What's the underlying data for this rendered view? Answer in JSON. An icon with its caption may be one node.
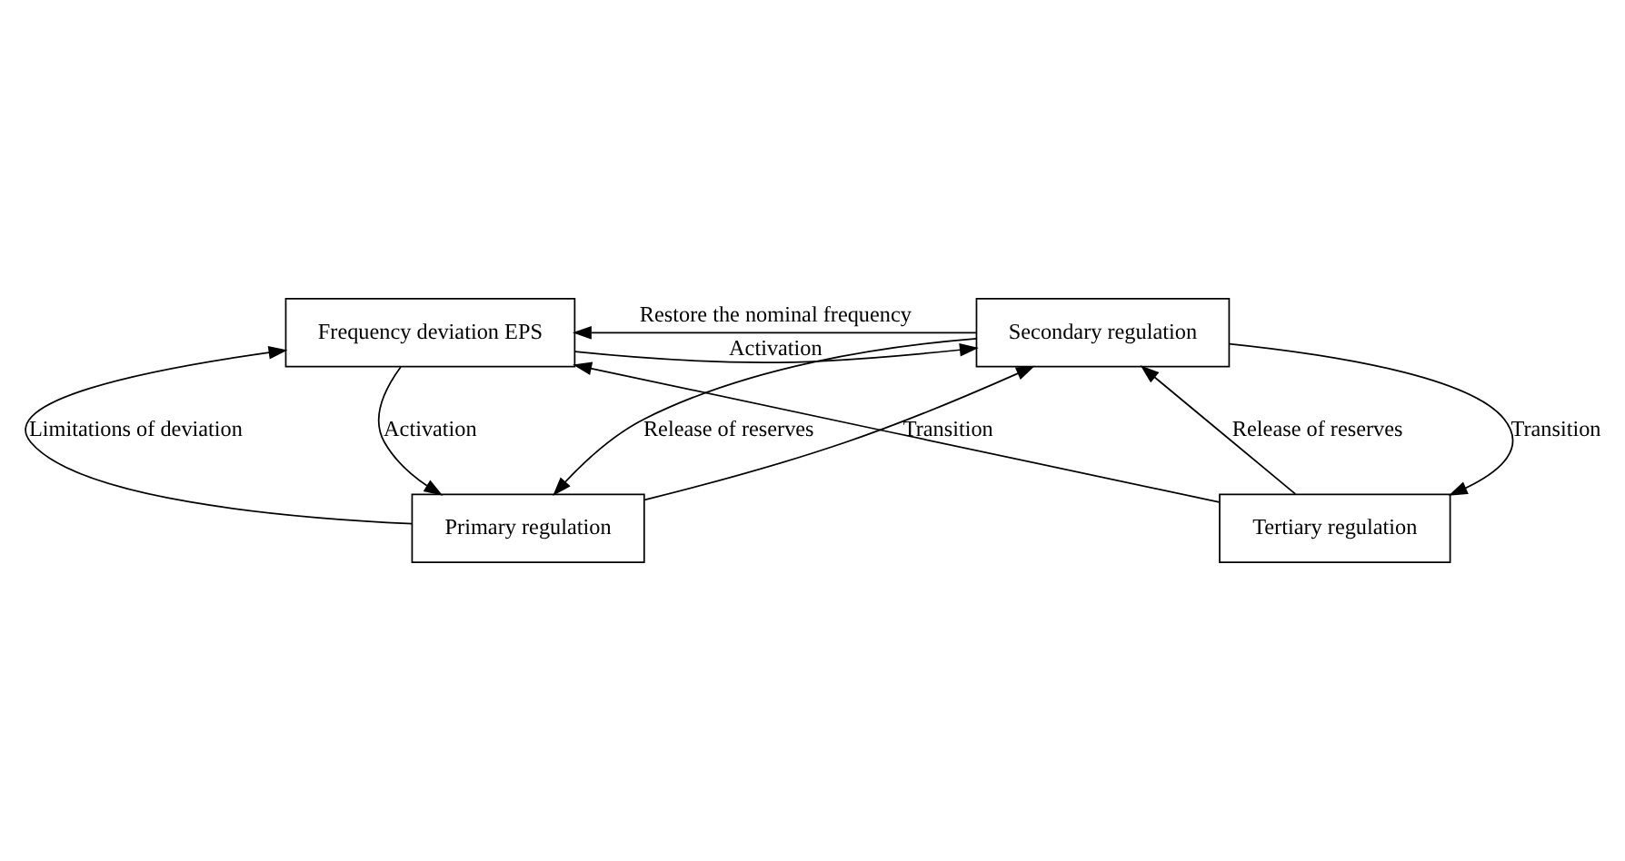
{
  "diagram": {
    "nodes": [
      {
        "text": [
          "Frequency deviation EPS"
        ]
      },
      {
        "text": [
          "Primary regulation"
        ]
      },
      {
        "text": [
          "Secondary regulation"
        ]
      },
      {
        "text": [
          "Tertiary regulation"
        ]
      }
    ],
    "edges": [
      {
        "from": 1,
        "to": 0,
        "arrow": "to",
        "label": "Limitations of deviation"
      },
      {
        "from": 0,
        "to": 1,
        "arrow": "to",
        "label": "Activation"
      },
      {
        "from": 0,
        "to": 2,
        "arrow": "to",
        "label": "Activation"
      },
      {
        "from": 1,
        "to": 2,
        "arrow": "to",
        "label": "Transition"
      },
      {
        "from": 2,
        "to": 1,
        "arrow": "to",
        "label": "Release of reserves"
      },
      {
        "from": 2,
        "to": 0,
        "arrow": "to",
        "label": "Restore the nominal frequency"
      },
      {
        "from": 2,
        "to": 3,
        "arrow": "to",
        "label": "Transition"
      },
      {
        "from": 3,
        "to": 2,
        "arrow": "to",
        "label": "Release of reserves"
      },
      {
        "from": 3,
        "to": 0,
        "arrow": "to"
      }
    ]
  }
}
